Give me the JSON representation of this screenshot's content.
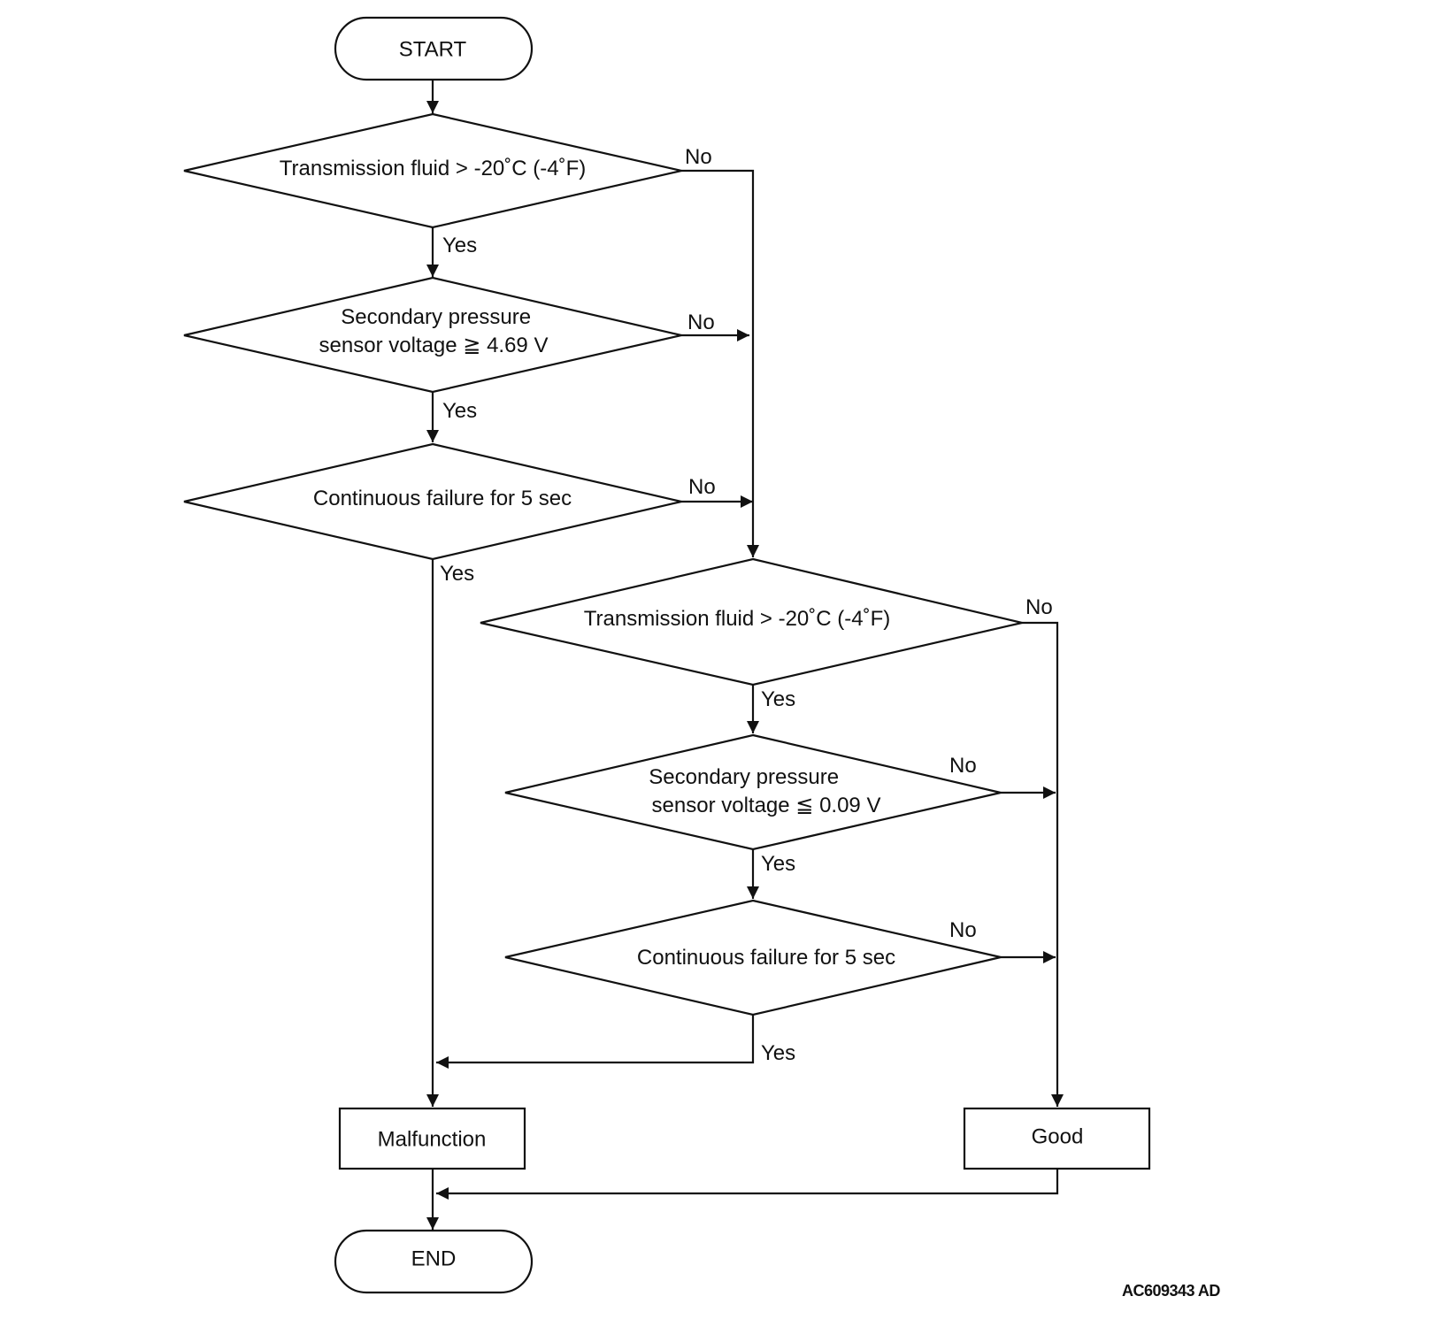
{
  "nodes": {
    "start": "START",
    "d1": [
      "Transmission fluid > -20˚C (-4˚F)"
    ],
    "d2": [
      "Secondary pressure",
      "sensor voltage ≧ 4.69 V"
    ],
    "d3": [
      "Continuous failure for 5 sec"
    ],
    "d4": [
      "Transmission fluid > -20˚C (-4˚F)"
    ],
    "d5": [
      "Secondary pressure",
      "sensor voltage ≦ 0.09 V"
    ],
    "d6": [
      "Continuous failure for 5 sec"
    ],
    "malfunction": "Malfunction",
    "good": "Good",
    "end": "END"
  },
  "labels": {
    "yes": "Yes",
    "no": "No"
  },
  "reference_code": "AC609343 AD",
  "colors": {
    "line": "#111111",
    "background": "#ffffff"
  }
}
